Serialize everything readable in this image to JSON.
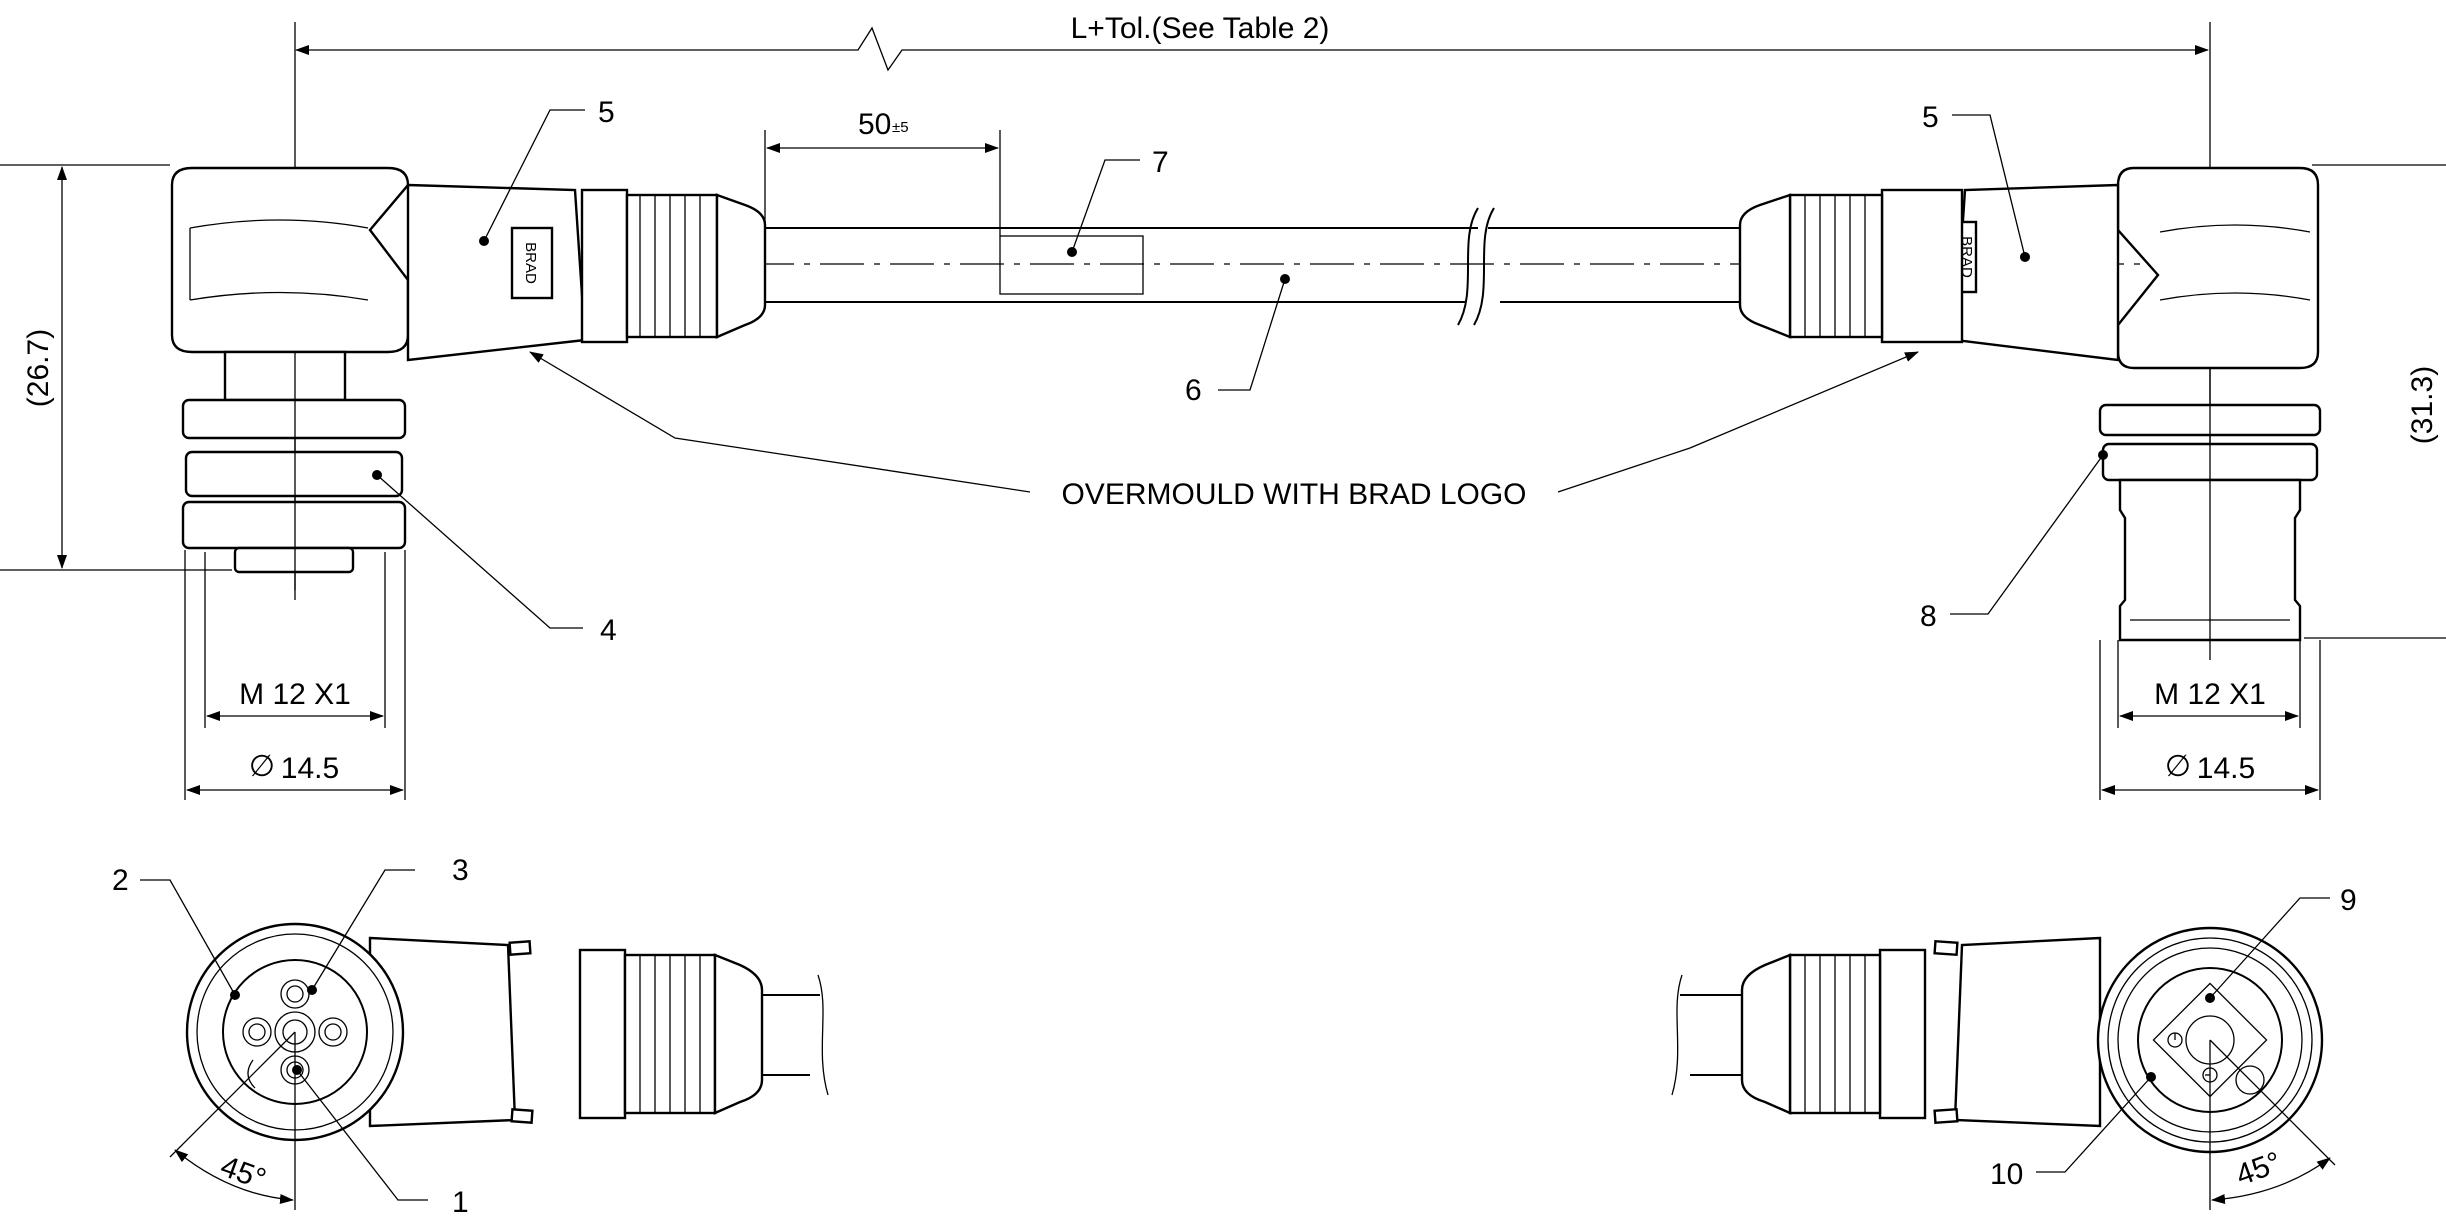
{
  "dimensions": {
    "overall_length": "L+Tol.(See Table 2)",
    "marker_distance": "50",
    "marker_tolerance": "±5",
    "left_height": "(26.7)",
    "right_height": "(31.3)",
    "left_thread": "M 12 X1",
    "left_diameter": "14.5",
    "right_thread": "M 12 X1",
    "right_diameter": "14.5",
    "left_angle": "45°",
    "right_angle": "45°",
    "diameter_symbol": "∅"
  },
  "callouts": {
    "c1": "1",
    "c2": "2",
    "c3": "3",
    "c4": "4",
    "c5_left": "5",
    "c5_right": "5",
    "c6": "6",
    "c7": "7",
    "c8": "8",
    "c9": "9",
    "c10": "10"
  },
  "labels": {
    "overmould": "OVERMOULD WITH BRAD LOGO",
    "logo_text": "BRAD"
  }
}
